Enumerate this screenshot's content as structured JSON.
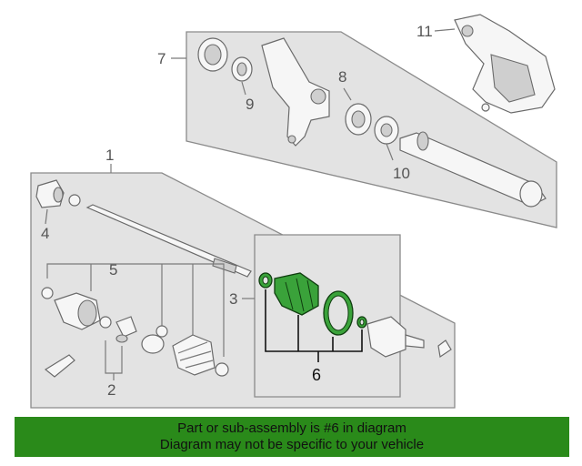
{
  "callouts": {
    "c1": "1",
    "c2": "2",
    "c3": "3",
    "c4": "4",
    "c5": "5",
    "c6": "6",
    "c7": "7",
    "c8": "8",
    "c9": "9",
    "c10": "10",
    "c11": "11"
  },
  "highlighted_part": "6",
  "banner": {
    "line1": "Part or sub-assembly is #6 in diagram",
    "line2": "Diagram may not be specific to your vehicle"
  },
  "colors": {
    "highlight_part": "#3aa23a",
    "banner_background": "#2a8a1a",
    "panel_fill": "#e3e3e3"
  }
}
